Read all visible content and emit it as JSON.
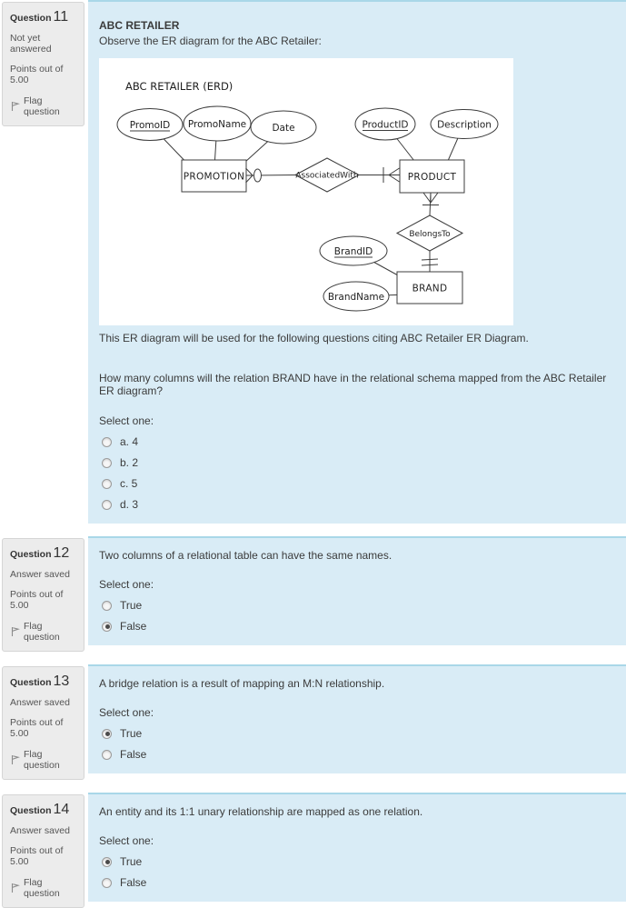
{
  "colors": {
    "content_bg": "#d9ecf6",
    "content_top_border": "#a9d7e8",
    "info_bg": "#ececec",
    "info_border": "#d5d5d5",
    "text": "#3b3b3b"
  },
  "questions": [
    {
      "label": "Question",
      "number": "11",
      "status": "Not yet answered",
      "points": "Points out of 5.00",
      "flag": "Flag question",
      "heading": "ABC RETAILER",
      "intro": "Observe the ER diagram for the ABC Retailer:",
      "note": "This ER diagram will be used for the following questions citing ABC Retailer ER Diagram.",
      "prompt": "How many columns will the relation BRAND have in the relational schema mapped from the ABC Retailer ER diagram?",
      "select_label": "Select one:",
      "options": [
        {
          "label": "a. 4",
          "selected": false
        },
        {
          "label": "b. 2",
          "selected": false
        },
        {
          "label": "c. 5",
          "selected": false
        },
        {
          "label": "d. 3",
          "selected": false
        }
      ]
    },
    {
      "label": "Question",
      "number": "12",
      "status": "Answer saved",
      "points": "Points out of 5.00",
      "flag": "Flag question",
      "prompt": "Two columns of a relational table can have the same names.",
      "select_label": "Select one:",
      "options": [
        {
          "label": "True",
          "selected": false
        },
        {
          "label": "False",
          "selected": true
        }
      ]
    },
    {
      "label": "Question",
      "number": "13",
      "status": "Answer saved",
      "points": "Points out of 5.00",
      "flag": "Flag question",
      "prompt": "A bridge relation is a result of mapping an M:N relationship.",
      "select_label": "Select one:",
      "options": [
        {
          "label": "True",
          "selected": true
        },
        {
          "label": "False",
          "selected": false
        }
      ]
    },
    {
      "label": "Question",
      "number": "14",
      "status": "Answer saved",
      "points": "Points out of 5.00",
      "flag": "Flag question",
      "prompt": "An entity and its 1:1 unary relationship are mapped as one relation.",
      "select_label": "Select one:",
      "options": [
        {
          "label": "True",
          "selected": true
        },
        {
          "label": "False",
          "selected": false
        }
      ]
    }
  ],
  "diagram": {
    "title": "ABC RETAILER (ERD)",
    "entities": {
      "promotion": "PROMOTION",
      "product": "PRODUCT",
      "brand": "BRAND"
    },
    "relationships": {
      "associatedwith": "AssociatedWith",
      "belongsto": "BelongsTo"
    },
    "attributes": {
      "promoid": "PromoID",
      "promoname": "PromoName",
      "date": "Date",
      "productid": "ProductID",
      "description": "Description",
      "brandid": "BrandID",
      "brandname": "BrandName"
    }
  }
}
